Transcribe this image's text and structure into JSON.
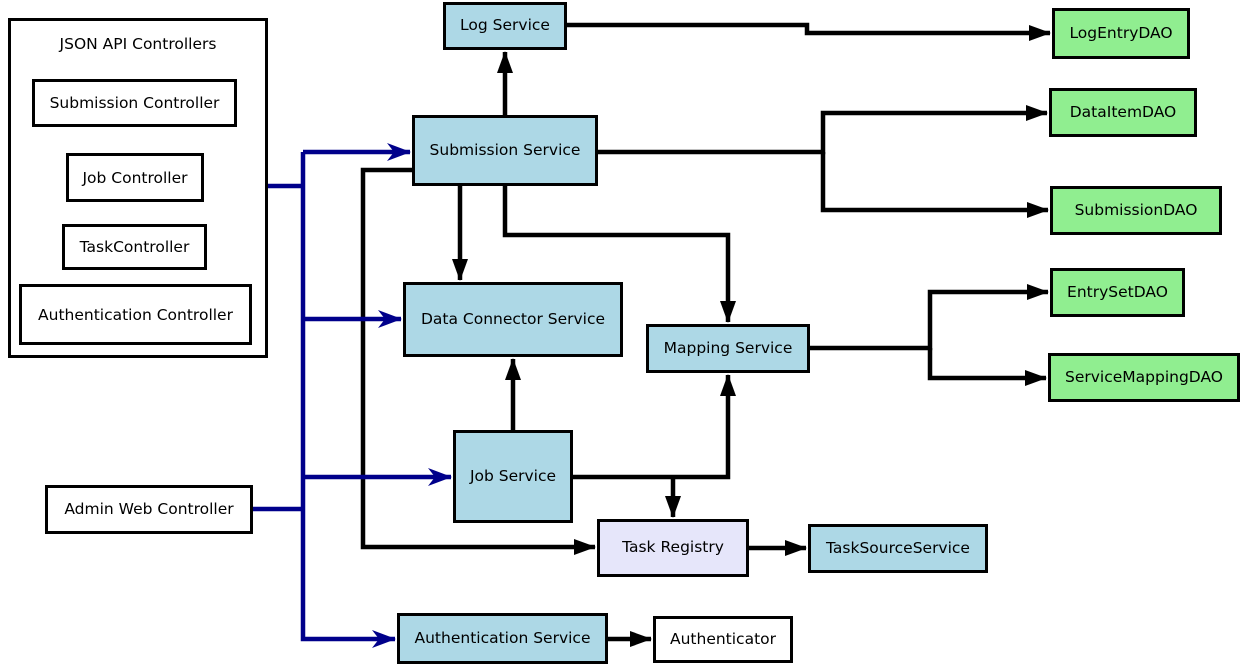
{
  "diagram": {
    "palette": {
      "service_fill": "#add8e6",
      "dao_fill": "#90ee90",
      "registry_fill": "#e6e6fa",
      "plain_fill": "#ffffff",
      "border_color": "#000000",
      "edge_black": "#000000",
      "edge_blue": "#00008b"
    },
    "groups": {
      "controllers": {
        "title": "JSON API Controllers",
        "items": [
          {
            "label": "Submission Controller"
          },
          {
            "label": "Job Controller"
          },
          {
            "label": "TaskController"
          },
          {
            "label": "Authentication Controller"
          }
        ]
      }
    },
    "nodes": {
      "admin_web_controller": "Admin Web Controller",
      "log_service": "Log Service",
      "submission_service": "Submission Service",
      "data_connector_service": "Data Connector Service",
      "mapping_service": "Mapping Service",
      "job_service": "Job Service",
      "task_registry": "Task Registry",
      "task_source_service": "TaskSourceService",
      "authentication_service": "Authentication Service",
      "authenticator": "Authenticator",
      "log_entry_dao": "LogEntryDAO",
      "data_item_dao": "DataItemDAO",
      "submission_dao": "SubmissionDAO",
      "entry_set_dao": "EntrySetDAO",
      "service_mapping_dao": "ServiceMappingDAO"
    }
  }
}
